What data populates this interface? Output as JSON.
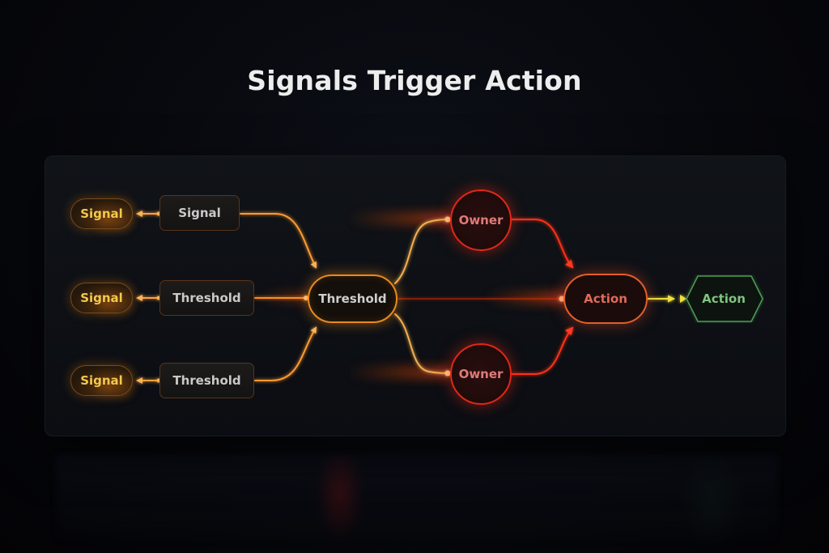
{
  "title": "Signals Trigger Action",
  "colors": {
    "signal": "#f2c94c",
    "hub": "#e98a1e",
    "owner": "#e02818",
    "action": "#e0602a",
    "output": "#5aa55a",
    "background": "#07080d"
  },
  "nodes": {
    "signals": [
      {
        "label": "Signal"
      },
      {
        "label": "Signal"
      },
      {
        "label": "Signal"
      }
    ],
    "inputs": [
      {
        "label": "Signal"
      },
      {
        "label": "Threshold"
      },
      {
        "label": "Threshold"
      }
    ],
    "hub": {
      "label": "Threshold"
    },
    "owners": [
      {
        "label": "Owner"
      },
      {
        "label": "Owner"
      }
    ],
    "action": {
      "label": "Action"
    },
    "output": {
      "label": "Action"
    }
  },
  "edges": [
    {
      "from": "inputs.0",
      "to": "signals.0"
    },
    {
      "from": "inputs.1",
      "to": "signals.1"
    },
    {
      "from": "inputs.2",
      "to": "signals.2"
    },
    {
      "from": "inputs.0",
      "to": "hub"
    },
    {
      "from": "inputs.1",
      "to": "hub"
    },
    {
      "from": "inputs.2",
      "to": "hub"
    },
    {
      "from": "hub",
      "to": "owners.0"
    },
    {
      "from": "hub",
      "to": "owners.1"
    },
    {
      "from": "hub",
      "to": "action"
    },
    {
      "from": "owners.0",
      "to": "action"
    },
    {
      "from": "owners.1",
      "to": "action"
    },
    {
      "from": "action",
      "to": "output"
    }
  ]
}
